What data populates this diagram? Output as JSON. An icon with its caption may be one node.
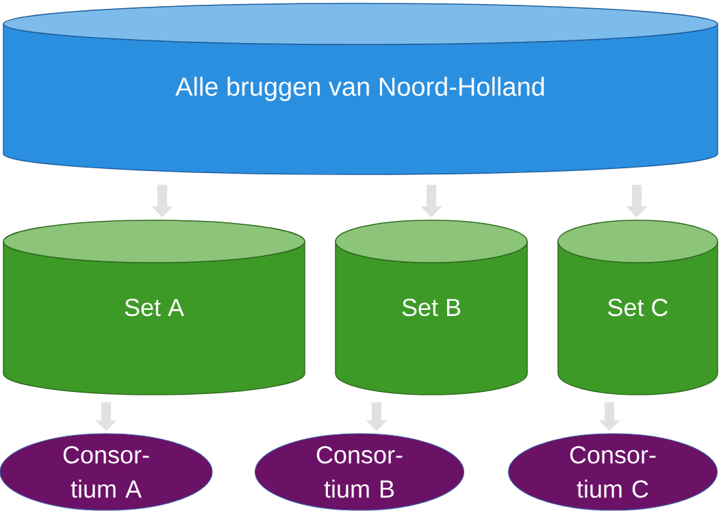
{
  "diagram": {
    "nodes": [
      {
        "text": [
          "Alle bruggen van Noord-Holland"
        ]
      },
      {
        "text": [
          "Set A"
        ]
      },
      {
        "text": [
          "Set B"
        ]
      },
      {
        "text": [
          "Set C"
        ]
      },
      {
        "text": [
          "Consor- tium A"
        ]
      },
      {
        "text": [
          "Consor- tium B"
        ]
      },
      {
        "text": [
          "Consor- tium C"
        ]
      }
    ],
    "edges": [
      {
        "from": 0,
        "to": 1,
        "arrow": "to"
      },
      {
        "from": 0,
        "to": 2,
        "arrow": "to"
      },
      {
        "from": 0,
        "to": 3,
        "arrow": "to"
      },
      {
        "from": 1,
        "to": 4,
        "arrow": "to"
      },
      {
        "from": 2,
        "to": 5,
        "arrow": "to"
      },
      {
        "from": 3,
        "to": 6,
        "arrow": "to"
      }
    ]
  }
}
